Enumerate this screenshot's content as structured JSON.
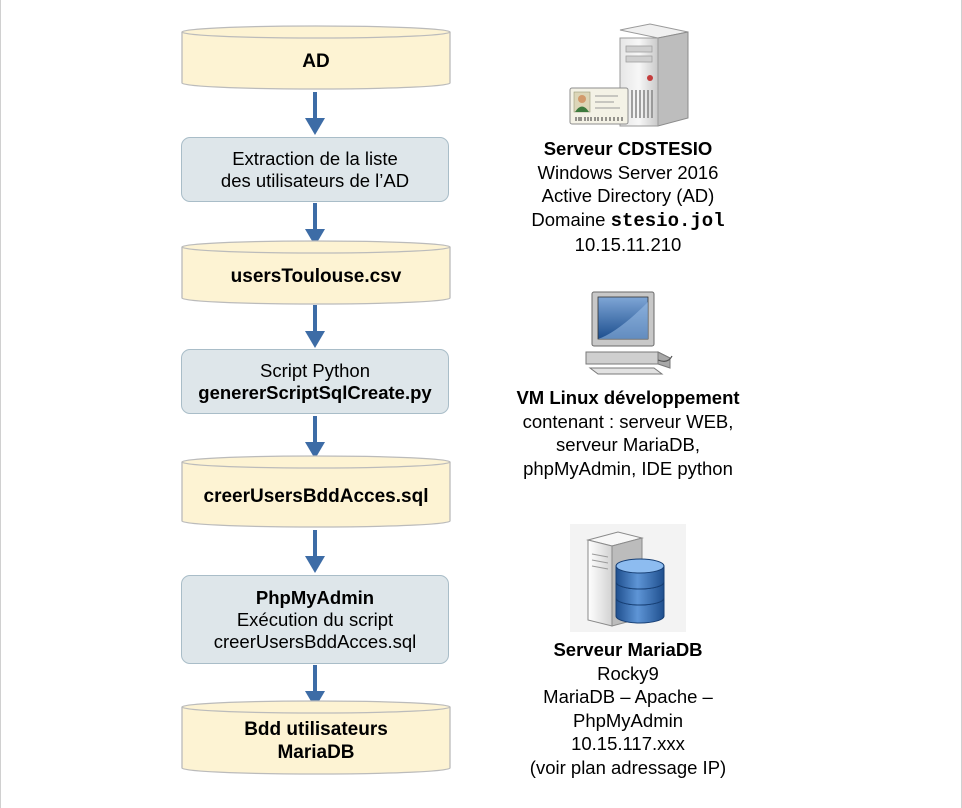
{
  "flow": {
    "ad": "AD",
    "extraction_line1": "Extraction de la liste",
    "extraction_line2": "des utilisateurs de l’AD",
    "csv": "usersToulouse.csv",
    "script_line1": "Script Python",
    "script_line2": "genererScriptSqlCreate.py",
    "sql": "creerUsersBddAcces.sql",
    "phpmyadmin_line1": "PhpMyAdmin",
    "phpmyadmin_line2": "Exécution du script",
    "phpmyadmin_line3": "creerUsersBddAcces.sql",
    "bdd_line1": "Bdd utilisateurs",
    "bdd_line2": "MariaDB"
  },
  "servers": {
    "ad_server": {
      "title": "Serveur CDSTESIO",
      "line1": "Windows Server 2016",
      "line2": "Active Directory (AD)",
      "domain_label": "Domaine",
      "domain": "stesio.jol",
      "ip": "10.15.11.210",
      "icon": "ad-server-icon"
    },
    "vm": {
      "title": "VM Linux développement",
      "line1": "contenant : serveur WEB,",
      "line2": "serveur MariaDB,",
      "line3": "phpMyAdmin, IDE python",
      "icon": "workstation-icon"
    },
    "mariadb": {
      "title": "Serveur MariaDB",
      "line1": "Rocky9",
      "line2": "MariaDB – Apache –",
      "line3": "PhpMyAdmin",
      "ip": "10.15.117.xxx",
      "line4": "(voir plan adressage IP)",
      "icon": "database-server-icon"
    }
  },
  "colors": {
    "cylinder_fill": "#fdf3d3",
    "cylinder_stroke": "#bbbbbb",
    "process_fill": "#dee6ea",
    "process_stroke": "#a9bdc8",
    "arrow": "#3d6ca6"
  }
}
